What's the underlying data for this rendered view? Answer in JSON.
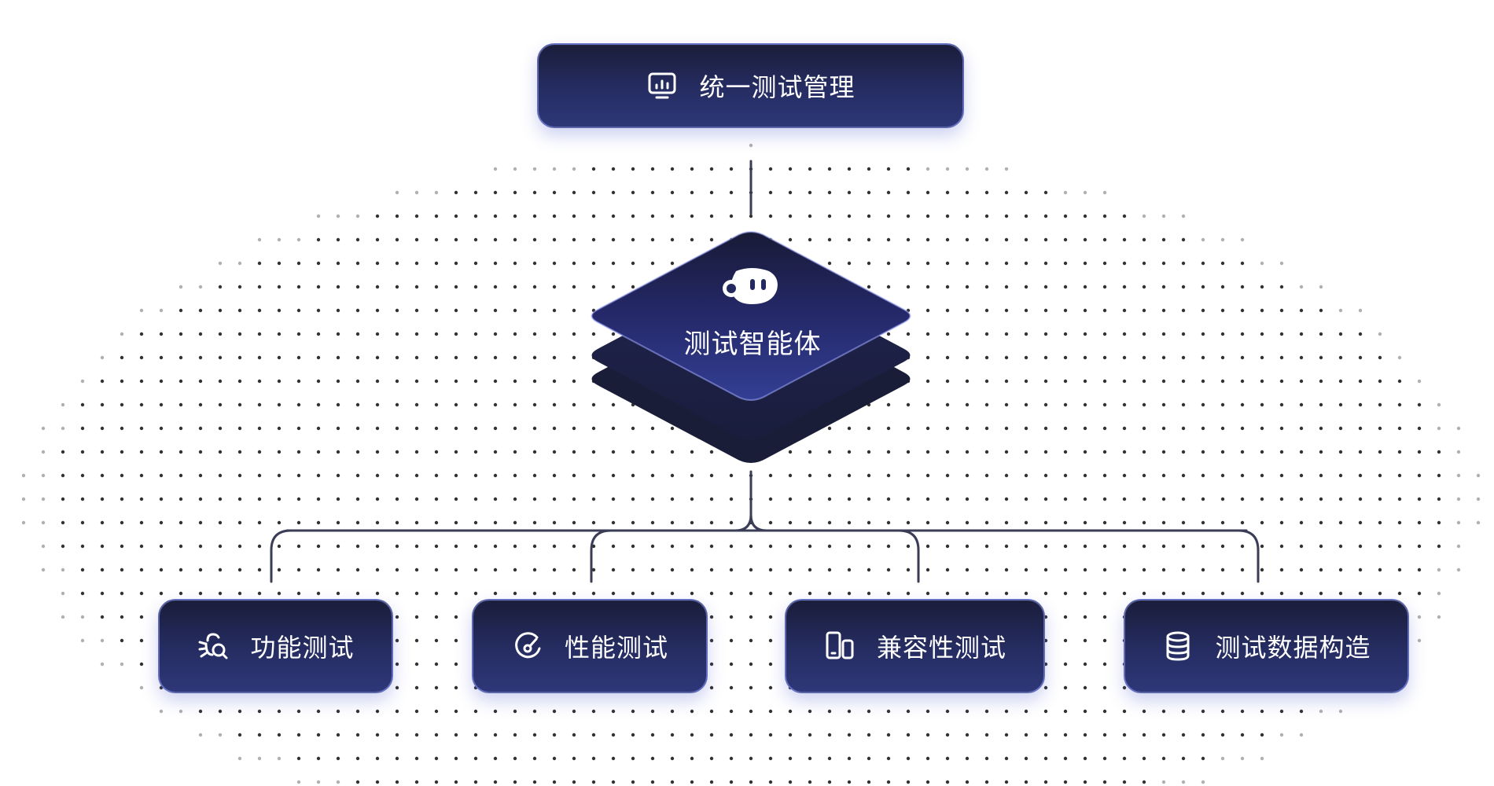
{
  "diagram": {
    "top_node": {
      "label": "统一测试管理",
      "icon": "monitor-chart-icon"
    },
    "center_node": {
      "label": "测试智能体",
      "icon": "robot-face-icon"
    },
    "children": [
      {
        "label": "功能测试",
        "icon": "bug-search-icon"
      },
      {
        "label": "性能测试",
        "icon": "gauge-icon"
      },
      {
        "label": "兼容性测试",
        "icon": "devices-icon"
      },
      {
        "label": "测试数据构造",
        "icon": "database-icon"
      }
    ]
  },
  "colors": {
    "node_dark": "#1a1d3a",
    "node_mid": "#262d63",
    "node_light": "#2e3778",
    "border_glow": "#92a0ff",
    "connector": "#3a3d55",
    "dot": "#1c1c1c"
  }
}
